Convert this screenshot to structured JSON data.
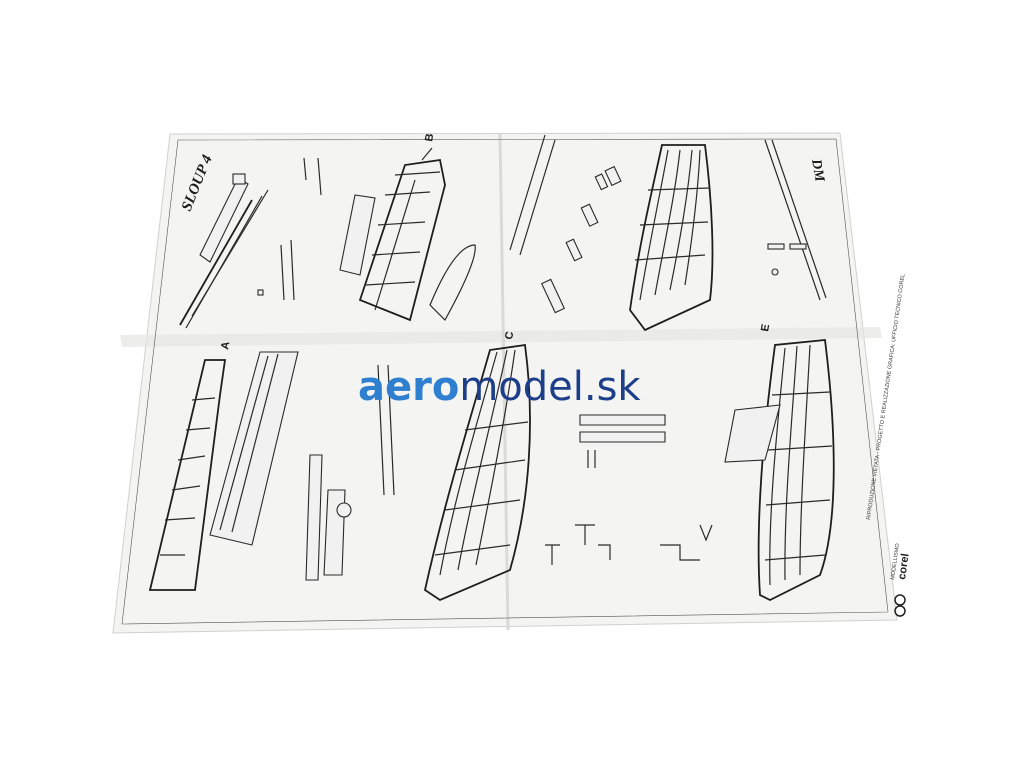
{
  "sheet": {
    "title": "SLOUP 4",
    "title_right": "DM",
    "part_labels": [
      "A",
      "B",
      "C",
      "E"
    ]
  },
  "imprint": {
    "brand": "corel",
    "brand_sub": "MODELLISMO",
    "lines": [
      "RIPRODUZIONE VIETATA - PROGETTO E REALIZZAZIONE GRAFICA: UFFICIO TECNICO COREL"
    ]
  },
  "watermark": {
    "part1": "aero",
    "part2": "model.sk",
    "color_part1": "#2f7fd0",
    "color_part2": "#1d3e8a"
  },
  "colors": {
    "paper": "#f4f4f2",
    "paper_shadow": "#d9d9d6",
    "ink": "#2a2a2a"
  }
}
